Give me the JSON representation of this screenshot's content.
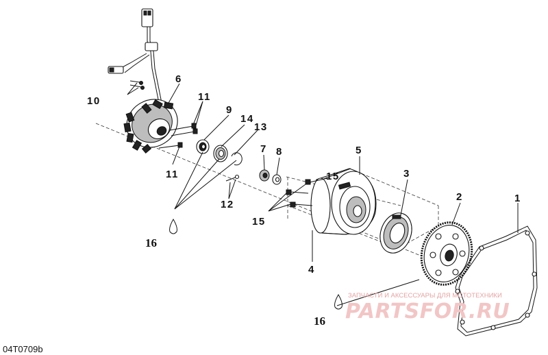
{
  "callouts": {
    "c1": "1",
    "c2": "2",
    "c3": "3",
    "c4": "4",
    "c5": "5",
    "c6": "6",
    "c7": "7",
    "c8": "8",
    "c9": "9",
    "c10": "10",
    "c11a": "11",
    "c11b": "11",
    "c12": "12",
    "c13": "13",
    "c14": "14",
    "c15a": "15",
    "c15b": "15",
    "c16a": "16",
    "c16b": "16"
  },
  "diagram_code": "04T0709b",
  "watermark": {
    "tagline": "ЗАПЧАСТИ И АКСЕССУАРЫ ДЛЯ МОТОТЕХНИКИ",
    "logo": "PARTSFOR.RU"
  }
}
